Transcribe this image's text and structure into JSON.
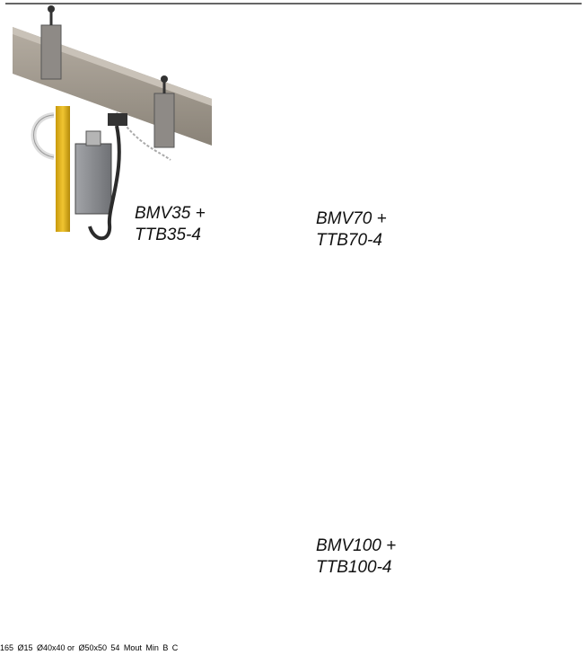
{
  "assemblies": [
    {
      "line1": "BMV35 +",
      "line2": "TTB35-4"
    },
    {
      "line1": "BMV70 +",
      "line2": "TTB70-4"
    },
    {
      "line1": "BMV100 +",
      "line2": "TTB100-4"
    }
  ],
  "drawing_top": {
    "height_dim": "165",
    "pipe_dia": "Ø15",
    "post_size_1": "Ø40x40 or",
    "post_size_2": "Ø50x50"
  },
  "drawing_bottom": {
    "m_out": "Mout",
    "m_in": "Min",
    "dim_54": "54",
    "dim_b": "B",
    "dim_c": "C"
  },
  "colors": {
    "beam": "#a69f95",
    "beam_dark": "#7d766d",
    "post": "#e2b316",
    "box": "#8d8f93",
    "cable": "#2b2b2b"
  }
}
